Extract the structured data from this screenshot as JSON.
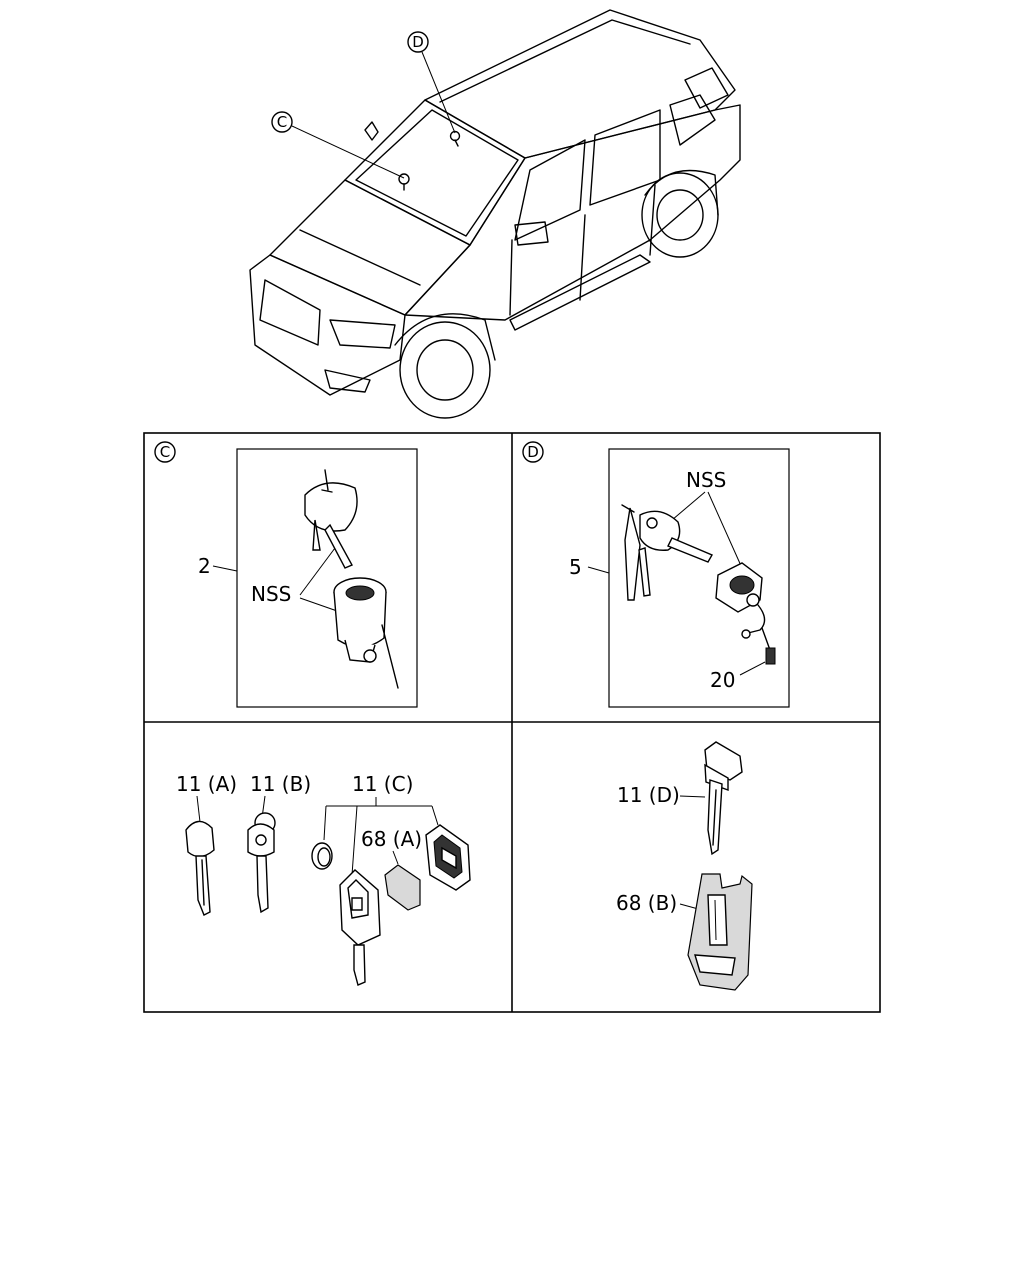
{
  "callouts": {
    "c": "C",
    "d": "D"
  },
  "panels": {
    "c": {
      "callout": "C",
      "part_no": "2",
      "nss": "NSS"
    },
    "d": {
      "callout": "D",
      "part_no": "5",
      "nss": "NSS",
      "connector_no": "20"
    },
    "keys_left": {
      "key_a": "11 (A)",
      "key_b": "11 (B)",
      "key_c": "11 (C)",
      "case_a": "68 (A)"
    },
    "keys_right": {
      "key_d": "11 (D)",
      "case_b": "68 (B)"
    }
  }
}
